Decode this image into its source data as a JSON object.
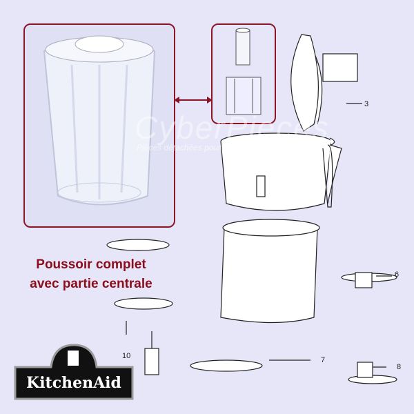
{
  "caption": {
    "line1": "Poussoir complet",
    "line2": "avec partie centrale"
  },
  "part_numbers": {
    "p3": "3",
    "p6": "6",
    "p7": "7",
    "p8": "8",
    "p10": "10"
  },
  "watermark": {
    "brand": "CyberPieces",
    "tagline": "Pièces détachées pour"
  },
  "logo": {
    "text": "KitchenAid"
  },
  "colors": {
    "accent": "#8b0d1c",
    "background": "#e6e6f8"
  }
}
